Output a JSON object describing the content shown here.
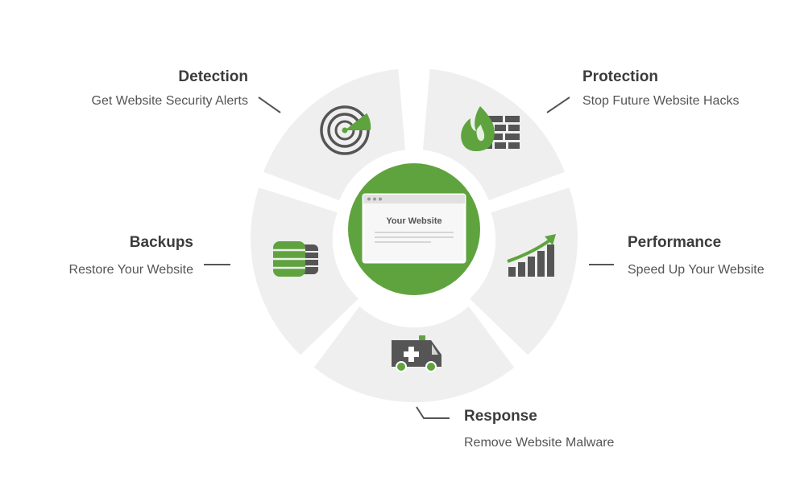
{
  "center": {
    "label": "Your Website"
  },
  "segments": [
    {
      "key": "detection",
      "title": "Detection",
      "description": "Get Website Security Alerts",
      "icon": "radar-icon"
    },
    {
      "key": "protection",
      "title": "Protection",
      "description": "Stop Future Website Hacks",
      "icon": "firewall-icon"
    },
    {
      "key": "performance",
      "title": "Performance",
      "description": "Speed Up Your Website",
      "icon": "growth-chart-icon"
    },
    {
      "key": "response",
      "title": "Response",
      "description": "Remove Website Malware",
      "icon": "ambulance-icon"
    },
    {
      "key": "backups",
      "title": "Backups",
      "description": "Restore Your Website",
      "icon": "database-icon"
    }
  ],
  "colors": {
    "accent_green": "#5fa33e",
    "dark_icon": "#555555",
    "segment_fill": "#efefef",
    "text_title": "#3c3c3c",
    "text_description": "#555555",
    "connector": "#555555"
  }
}
